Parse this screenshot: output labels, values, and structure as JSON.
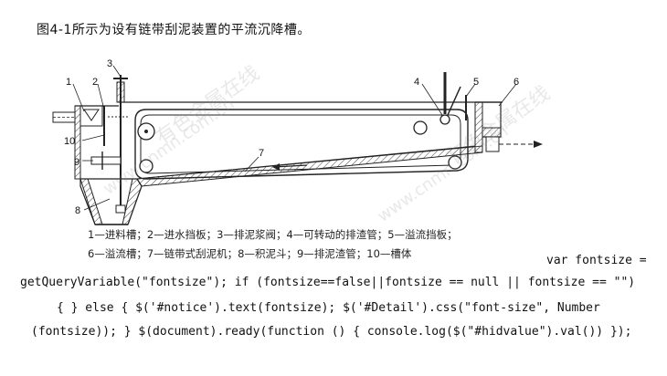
{
  "intro": "图4-1所示为设有链带刮泥装置的平流沉降槽。",
  "labels": {
    "l1": "1",
    "l2": "2",
    "l3": "3",
    "l4": "4",
    "l5": "5",
    "l6": "6",
    "l7": "7",
    "l8": "8",
    "l9": "9",
    "l10": "10"
  },
  "caption": {
    "line1": "1—进料槽；2—进水挡板；3—排泥浆阀；4—可转动的排渣管；5—溢流挡板；",
    "line2": "6—溢流槽；7—链带式刮泥机；8—积泥斗；9—排泥渣管；10—槽体"
  },
  "watermarks": {
    "w1": "有色金属在线",
    "w2": "www.cnmn.com.cn",
    "w3": "有色金属在线",
    "w4": "www.cnmn.com.cn"
  },
  "code": {
    "line1": "var fontsize =",
    "line2": "getQueryVariable(\"fontsize\"); if (fontsize==false||fontsize == null || fontsize == \"\")",
    "line3": "{ } else { $('#notice').text(fontsize); $('#Detail').css(\"font-size\", Number",
    "line4": "(fontsize)); } $(document).ready(function () { console.log($(\"#hidvalue\").val()) });"
  }
}
